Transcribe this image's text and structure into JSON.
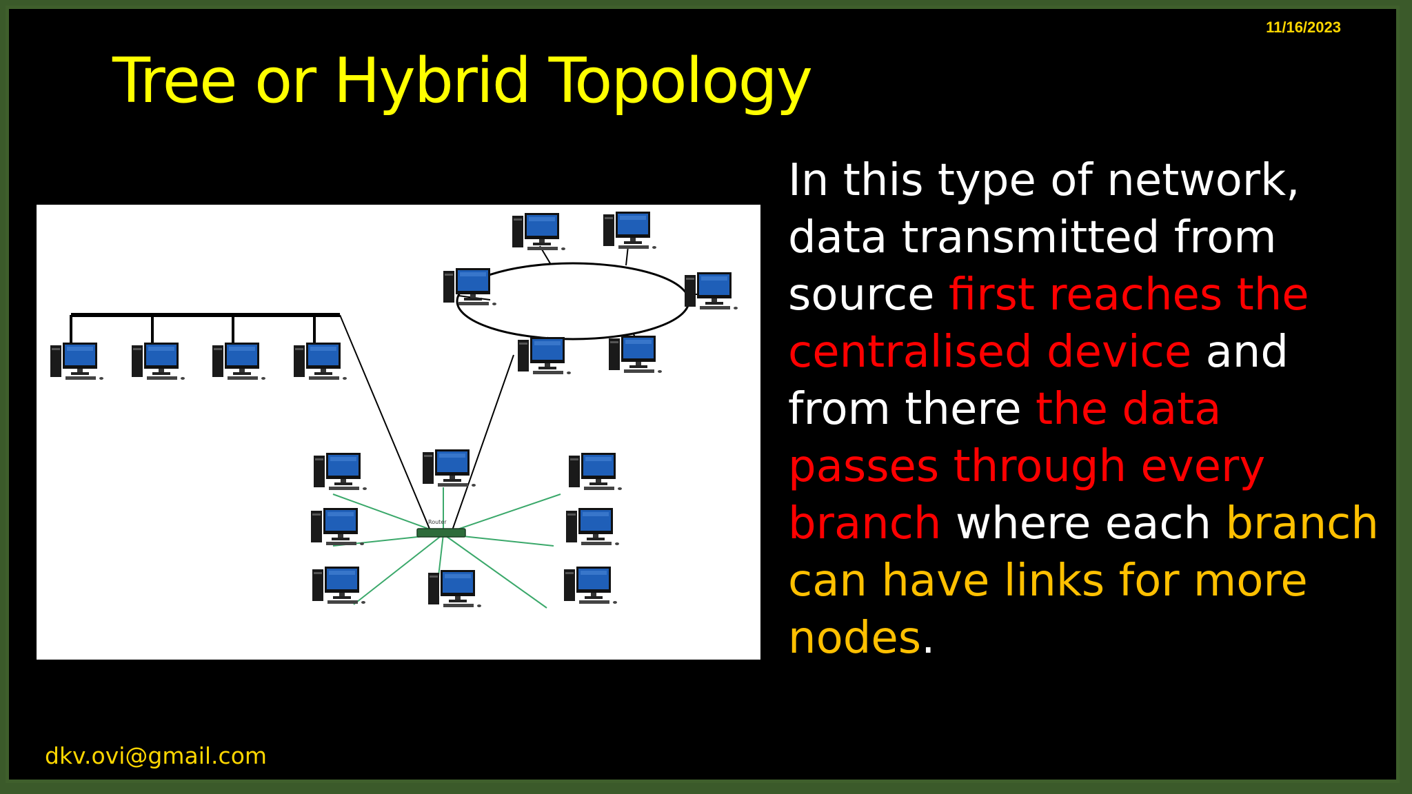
{
  "slide": {
    "date": "11/16/2023",
    "title": "Tree or Hybrid Topology",
    "footer": "dkv.ovi@gmail.com"
  },
  "body": {
    "seg1": "In this type of network, data transmitted from source ",
    "seg2": "first reaches the centralised device",
    "seg3": " and from there ",
    "seg4": "the data passes through every branch",
    "seg5": " where each ",
    "seg6": "branch can have links for more nodes",
    "seg7": "."
  },
  "colors": {
    "background": "#000000",
    "frame": "#3f5f2c",
    "title": "#ffff00",
    "highlight_red": "#ff0000",
    "highlight_gold": "#ffc000",
    "star_links": "#3aa86a",
    "monitor": "#1f5fb8"
  },
  "diagram": {
    "center_label": "Router",
    "icons": "computer-icon"
  }
}
